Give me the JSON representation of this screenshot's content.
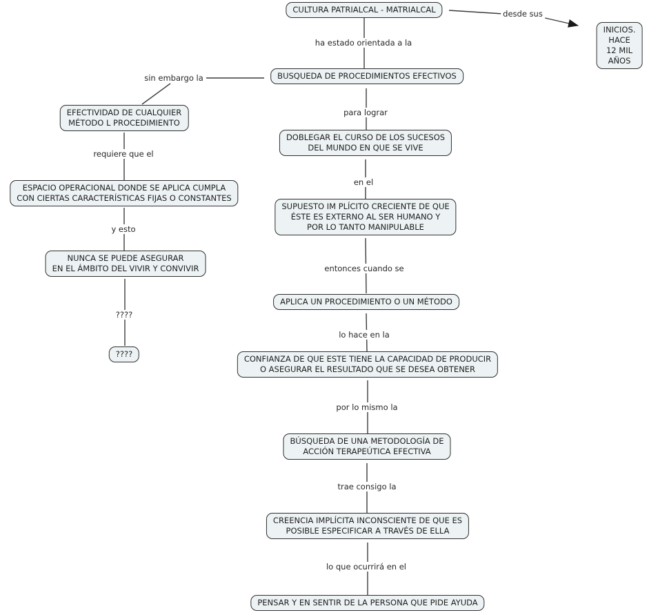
{
  "colors": {
    "background": "#ffffff",
    "node_fill": "#edf3f4",
    "node_border": "#2e2e2e",
    "line": "#3a3a3a",
    "text": "#1d1d1d"
  },
  "nodes": {
    "cultura": "CULTURA PATRIALCAL - MATRIALCAL",
    "inicios": "INICIOS. HACE\n12 MIL AÑOS",
    "busqueda_procedimientos": "BUSQUEDA DE PROCEDIMIENTOS EFECTIVOS",
    "efectividad": "EFECTIVIDAD DE CUALQUIER\nMÉTODO L PROCEDIMIENTO",
    "espacio_operacional": "ESPACIO OPERACIONAL DONDE SE APLICA CUMPLA\nCON CIERTAS CARACTERÍSTICAS FIJAS O CONSTANTES",
    "nunca_asegurar": "NUNCA SE PUEDE ASEGURAR\nEN EL ÁMBITO DEL VIVIR Y CONVIVIR",
    "interrogantes": "????",
    "doblegar": "DOBLEGAR EL CURSO DE LOS SUCESOS\nDEL MUNDO EN QUE SE VIVE",
    "supuesto": "SUPUESTO IM PLÍCITO CRECIENTE DE QUE\nÉSTE ES EXTERNO AL SER HUMANO Y\nPOR LO TANTO MANIPULABLE",
    "aplica": "APLICA UN PROCEDIMIENTO O UN MÉTODO",
    "confianza": "CONFIANZA DE QUE ESTE TIENE LA CAPACIDAD DE PRODUCIR\nO ASEGURAR EL RESULTADO QUE SE DESEA OBTENER",
    "busqueda_metodologia": "BÚSQUEDA DE UNA METODOLOGÍA DE\nACCIÓN TERAPEÚTICA EFECTIVA",
    "creencia": "CREENCIA IMPLÍCITA INCONSCIENTE DE QUE ES\nPOSIBLE ESPECIFICAR A TRAVÉS DE ELLA",
    "pensar_sentir": "PENSAR Y EN SENTIR DE LA PERSONA QUE PIDE AYUDA"
  },
  "link_labels": {
    "desde_sus": "desde sus",
    "ha_estado": "ha estado orientada a la",
    "sin_embargo": "sin embargo la",
    "para_lograr": "para lograr",
    "requiere": "requiere que el",
    "en_el": "en el",
    "y_esto": "y esto",
    "entonces": "entonces cuando se",
    "interrogante": "????",
    "lo_hace": "lo hace en la",
    "por_lo_mismo": "por lo mismo la",
    "trae_consigo": "trae consigo la",
    "lo_que_ocurrira": "lo que ocurrirá en el"
  }
}
